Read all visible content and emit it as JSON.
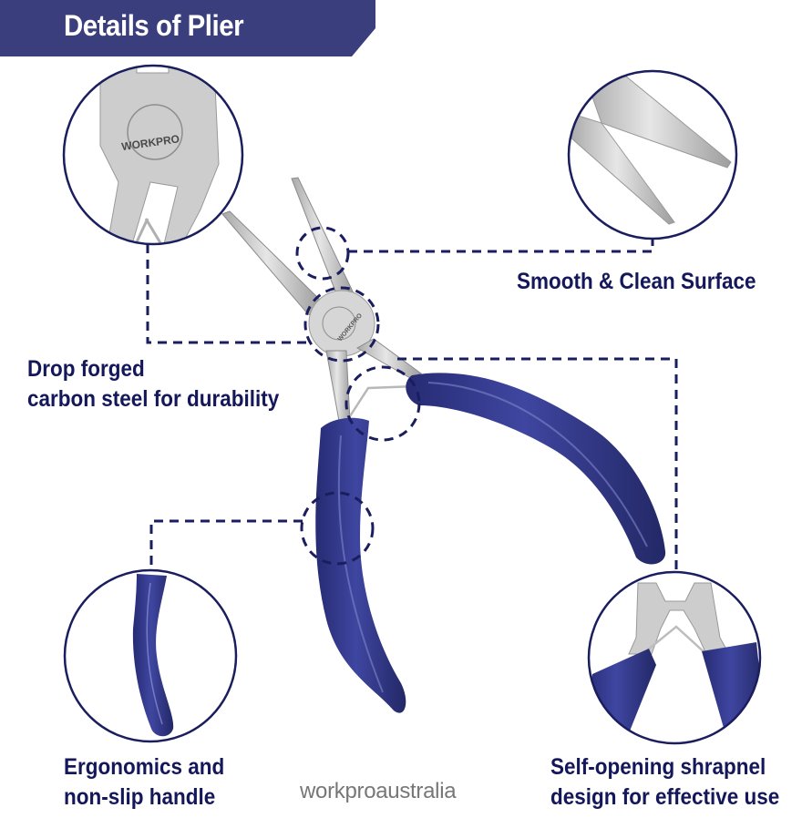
{
  "banner": {
    "title": "Details of Plier",
    "color": "#3b3e7c"
  },
  "features": [
    {
      "id": "carbon-steel",
      "lines": [
        "Drop forged",
        "carbon steel for durability"
      ]
    },
    {
      "id": "surface",
      "lines": [
        "Smooth & Clean Surface"
      ]
    },
    {
      "id": "handle",
      "lines": [
        "Ergonomics and",
        "non-slip handle"
      ]
    },
    {
      "id": "shrapnel",
      "lines": [
        "Self-opening shrapnel",
        "design for effective use"
      ]
    }
  ],
  "detail_images": [
    {
      "id": "joint-closeup",
      "logo_text": "WORKPRO"
    },
    {
      "id": "tip-closeup"
    },
    {
      "id": "handle-closeup"
    },
    {
      "id": "spring-closeup"
    }
  ],
  "product": {
    "logo_text": "WORKPRO",
    "handle_color": "#2f3585",
    "steel_color": "#cfcfcf"
  },
  "watermark": "workproaustralia",
  "colors": {
    "label_text": "#14175a",
    "outline": "#1a1d5e",
    "watermark": "#777777"
  }
}
